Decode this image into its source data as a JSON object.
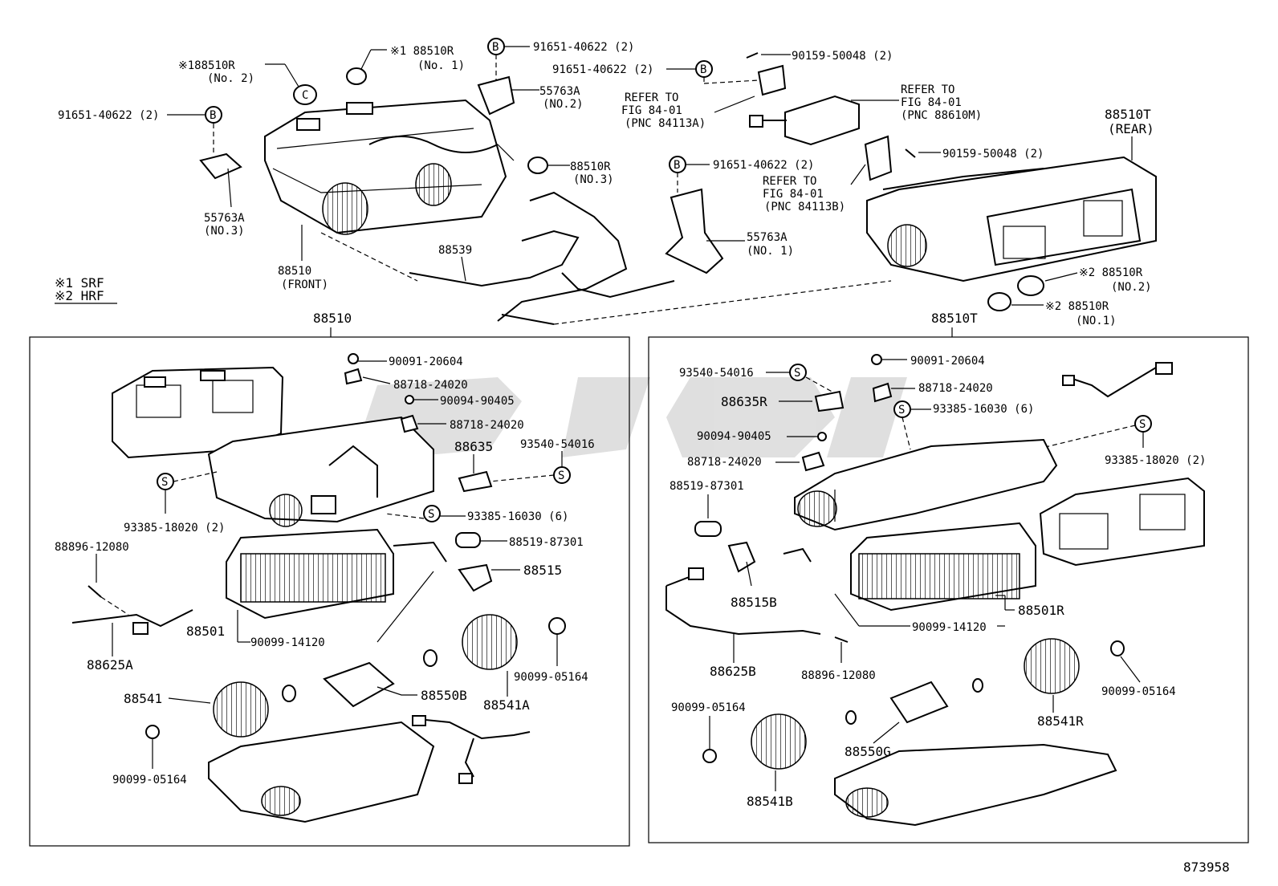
{
  "diagram_id": "873958",
  "legend": {
    "srf": "※1 SRF",
    "hrf": "※2 HRF"
  },
  "top": {
    "bolt_a": "91651-40622 (2)",
    "bolt_b": "91651-40622 (2)",
    "bolt_c": "91651-40622 (2)",
    "bolt_d": "91651-40622 (2)",
    "bracket_no2": "55763A",
    "bracket_no2_sub": "(NO.2)",
    "bracket_no3": "55763A",
    "bracket_no3_sub": "(NO.3)",
    "bracket_no1": "55763A",
    "bracket_no1_sub": "(NO. 1)",
    "grommet_no2": "※188510R",
    "grommet_no2_sub": "(No. 2)",
    "grommet_no1": "※1 88510R",
    "grommet_no1_sub": "(No. 1)",
    "grommet_no3": "88510R",
    "grommet_no3_sub": "(NO.3)",
    "front_unit": "88510",
    "front_unit_sub": "(FRONT)",
    "hose": "88539",
    "screw_a": "90159-50048 (2)",
    "screw_b": "90159-50048 (2)",
    "refer_a_1": "REFER TO",
    "refer_a_2": "FIG 84-01",
    "refer_a_3": "(PNC 84113A)",
    "refer_m_1": "REFER TO",
    "refer_m_2": "FIG 84-01",
    "refer_m_3": "(PNC 88610M)",
    "refer_b_1": "REFER TO",
    "refer_b_2": "FIG 84-01",
    "refer_b_3": "(PNC 84113B)",
    "rear_unit": "88510T",
    "rear_unit_sub": "(REAR)",
    "grommet_r2": "※2 88510R",
    "grommet_r2_sub": "(NO.2)",
    "grommet_r1": "※2 88510R",
    "grommet_r1_sub": "(NO.1)",
    "marker_b": "B",
    "marker_c": "C",
    "marker_s": "S"
  },
  "left_box": {
    "title": "88510",
    "p1": "90091-20604",
    "p2": "88718-24020",
    "p3": "90094-90405",
    "p4": "88718-24020",
    "p5": "88635",
    "p6": "93540-54016",
    "p7": "93385-18020 (2)",
    "p8": "93385-16030 (6)",
    "p9": "88519-87301",
    "p10": "88515",
    "p11": "88896-12080",
    "p12": "88625A",
    "p13": "88501",
    "p14": "90099-14120",
    "p15": "90099-05164",
    "p16": "88541",
    "p17": "88550B",
    "p18": "88541A",
    "p19": "90099-05164"
  },
  "right_box": {
    "title": "88510T",
    "p1": "90091-20604",
    "p2": "93540-54016",
    "p3": "88718-24020",
    "p4": "88635R",
    "p5": "93385-16030 (6)",
    "p6": "90094-90405",
    "p7": "88718-24020",
    "p8": "93385-18020 (2)",
    "p9": "88519-87301",
    "p10": "88515B",
    "p11": "88501R",
    "p12": "90099-14120",
    "p13": "88625B",
    "p14": "88896-12080",
    "p15": "90099-05164",
    "p16": "88541R",
    "p17": "90099-05164",
    "p18": "88550G",
    "p19": "88541B"
  }
}
